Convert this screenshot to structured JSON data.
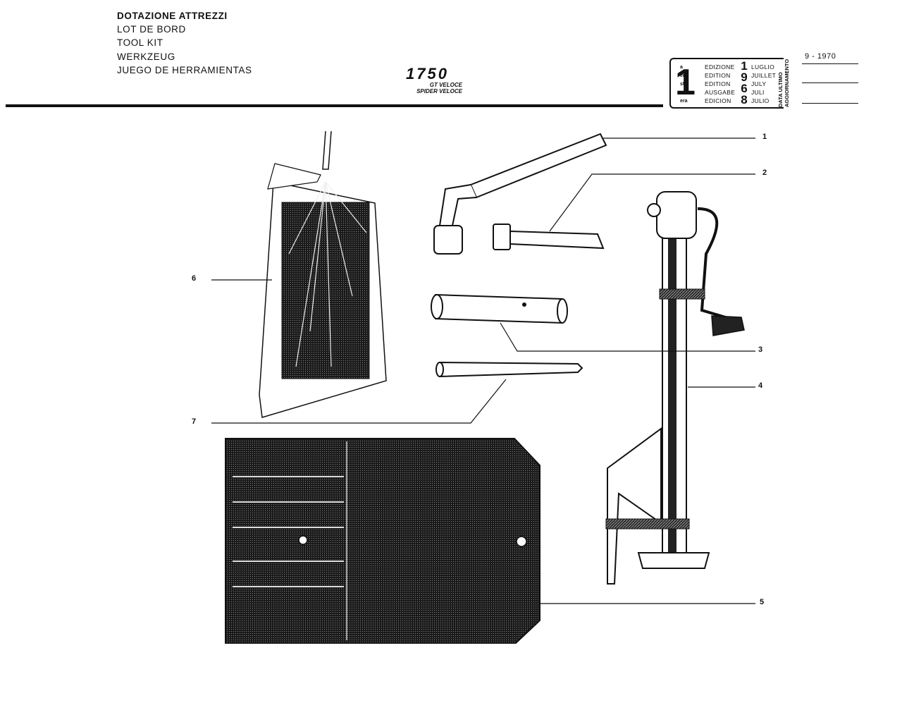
{
  "header": {
    "titles": [
      "DOTAZIONE ATTREZZI",
      "LOT DE BORD",
      "TOOL KIT",
      "WERKZEUG",
      "JUEGO DE HERRAMIENTAS"
    ],
    "model_number": "1750",
    "model_variants": [
      "GT VELOCE",
      "SPIDER VELOCE"
    ]
  },
  "edition_box": {
    "big_number": "1",
    "ordinals": [
      "a",
      "ere",
      "st",
      ".",
      "era"
    ],
    "edition_labels": [
      "EDIZIONE",
      "EDITION",
      "EDITION",
      "AUSGABE",
      "EDICION"
    ],
    "year": "1968",
    "months": [
      "LUGLIO",
      "JUILLET",
      "JULY",
      "JULI",
      "JULIO"
    ],
    "update_label": [
      "DATA ULTIMO",
      "AGGIORNAMENTO"
    ],
    "update_date": "9 - 1970"
  },
  "callouts": [
    "1",
    "2",
    "3",
    "4",
    "5",
    "6",
    "7"
  ]
}
